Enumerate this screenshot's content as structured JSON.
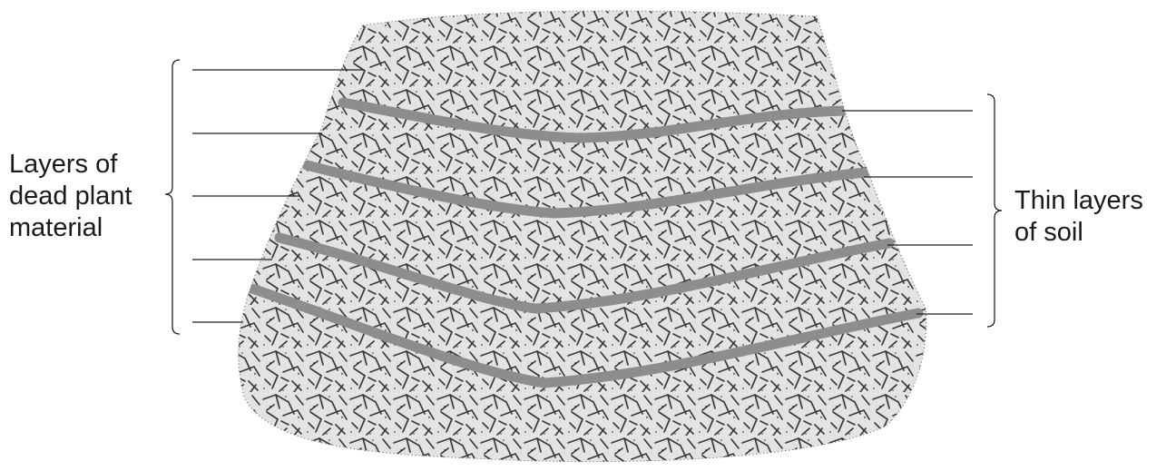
{
  "labels": {
    "left": [
      "Layers of",
      "dead plant",
      "material"
    ],
    "right": [
      "Thin layers",
      "of soil"
    ]
  },
  "colors": {
    "mound_fill": "#e3e3e3",
    "twigs": "#3a3a3a",
    "soil_band": "#8d8d8d",
    "lines": "#222222",
    "text": "#1a1a1a"
  },
  "counts": {
    "plant_material_layers": 5,
    "soil_layers": 4
  }
}
